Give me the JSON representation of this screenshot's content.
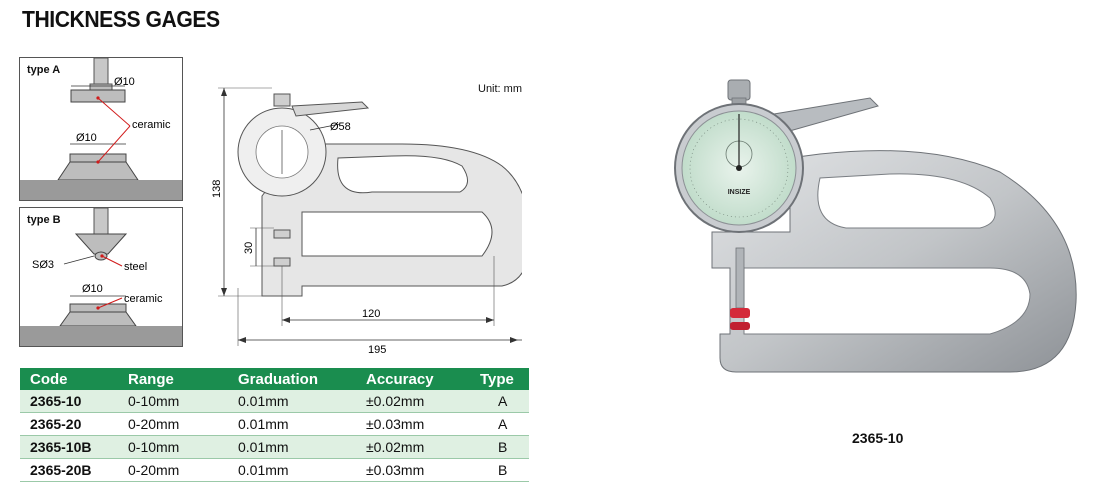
{
  "page": {
    "title": "THICKNESS GAGES"
  },
  "type_a": {
    "label": "type A",
    "top_diameter": "Ø10",
    "bottom_diameter": "Ø10",
    "material": "ceramic"
  },
  "type_b": {
    "label": "type B",
    "tip_radius": "SØ3",
    "tip_material": "steel",
    "anvil_diameter": "Ø10",
    "anvil_material": "ceramic"
  },
  "drawing": {
    "unit": "Unit: mm",
    "dial_diameter": "Ø58",
    "height": "138",
    "throat": "30",
    "depth": "120",
    "length": "195"
  },
  "table": {
    "headers": [
      "Code",
      "Range",
      "Graduation",
      "Accuracy",
      "Type"
    ],
    "rows": [
      [
        "2365-10",
        "0-10mm",
        "0.01mm",
        "±0.02mm",
        "A"
      ],
      [
        "2365-20",
        "0-20mm",
        "0.01mm",
        "±0.03mm",
        "A"
      ],
      [
        "2365-10B",
        "0-10mm",
        "0.01mm",
        "±0.02mm",
        "B"
      ],
      [
        "2365-20B",
        "0-20mm",
        "0.01mm",
        "±0.03mm",
        "B"
      ]
    ]
  },
  "photo": {
    "caption": "2365-10",
    "brand": "INSIZE"
  },
  "colors": {
    "header_green": "#1a8d4f",
    "row_tint": "#dff0e2",
    "leader_red": "#d11a1a"
  }
}
